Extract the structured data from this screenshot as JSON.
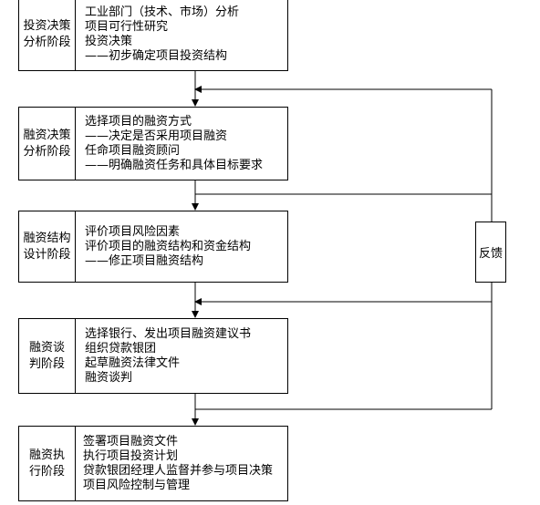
{
  "stages": [
    {
      "label": [
        "投资决策",
        "分析阶段"
      ],
      "lines": [
        "工业部门（技术、市场）分析",
        "项目可行性研究",
        "投资决策",
        "——初步确定项目投资结构"
      ]
    },
    {
      "label": [
        "融资决策",
        "分析阶段"
      ],
      "lines": [
        "选择项目的融资方式",
        "——决定是否采用项目融资",
        "任命项目融资顾问",
        "——明确融资任务和具体目标要求"
      ]
    },
    {
      "label": [
        "融资结构",
        "设计阶段"
      ],
      "lines": [
        "评价项目风险因素",
        "评价项目的融资结构和资金结构",
        "——修正项目融资结构"
      ]
    },
    {
      "label": [
        "融资谈",
        "判阶段"
      ],
      "lines": [
        "选择银行、发出项目融资建议书",
        "组织贷款银团",
        "起草融资法律文件",
        "融资谈判"
      ]
    },
    {
      "label": [
        "融资执",
        "行阶段"
      ],
      "lines": [
        "签署项目融资文件",
        "执行项目投资计划",
        "贷款银团经理人监督并参与项目决策",
        "项目风险控制与管理"
      ]
    }
  ],
  "feedback_label": "反馈"
}
